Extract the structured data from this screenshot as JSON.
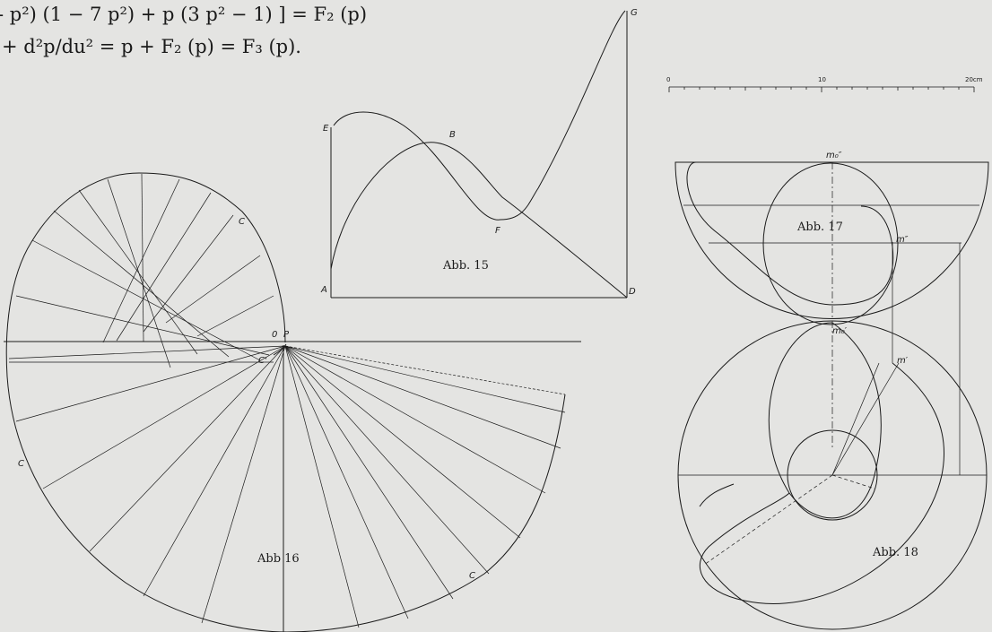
{
  "equations": {
    "line1": "- p²) (1 − 7 p²) + p (3 p² − 1) ] = F₂ (p)",
    "line2": "+ d²p/du² = p + F₂ (p) = F₃ (p)."
  },
  "scale": {
    "zero": "0",
    "ten": "10",
    "twenty": "20cm"
  },
  "fig15": {
    "caption": "Abb. 15",
    "labels": {
      "A": "A",
      "B": "B",
      "D": "D",
      "E": "E",
      "F": "F",
      "G": "G"
    }
  },
  "fig16": {
    "caption": "Abb 16",
    "labels": {
      "C1": "C",
      "C2": "C",
      "C3": "C",
      "Cprime": "C'",
      "O": "0",
      "P": "P"
    }
  },
  "fig17": {
    "caption": "Abb. 17",
    "labels": {
      "m0pp": "m₀″",
      "mpp": "m″"
    }
  },
  "fig18": {
    "caption": "Abb. 18",
    "labels": {
      "m0p": "m₀′",
      "mp": "m′"
    }
  },
  "colors": {
    "paper": "#e4e4e2",
    "ink": "#1b1b1b"
  }
}
